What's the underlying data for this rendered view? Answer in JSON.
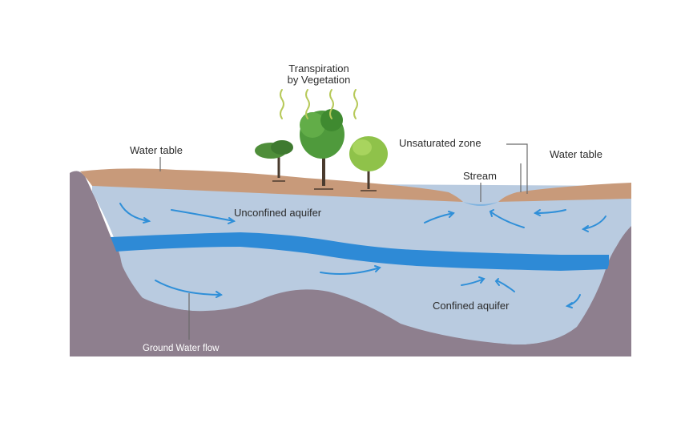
{
  "labels": {
    "transpiration_line1": "Transpiration",
    "transpiration_line2": "by Vegetation",
    "water_table_left": "Water table",
    "water_table_right": "Water table",
    "unsaturated_zone": "Unsaturated zone",
    "stream": "Stream",
    "unconfined_aquifer": "Unconfined aquifer",
    "confined_aquifer": "Confined aquifer",
    "ground_water_flow": "Ground Water flow"
  },
  "colors": {
    "bedrock": "#8e7f8e",
    "soil": "#c89a7a",
    "aquifer": "#b9cbe0",
    "confining_layer": "#2e8ad6",
    "flow_arrow": "#2f8fd8",
    "tree_foliage": "#4f9a3c",
    "transpiration_wave": "#b7c95a"
  }
}
